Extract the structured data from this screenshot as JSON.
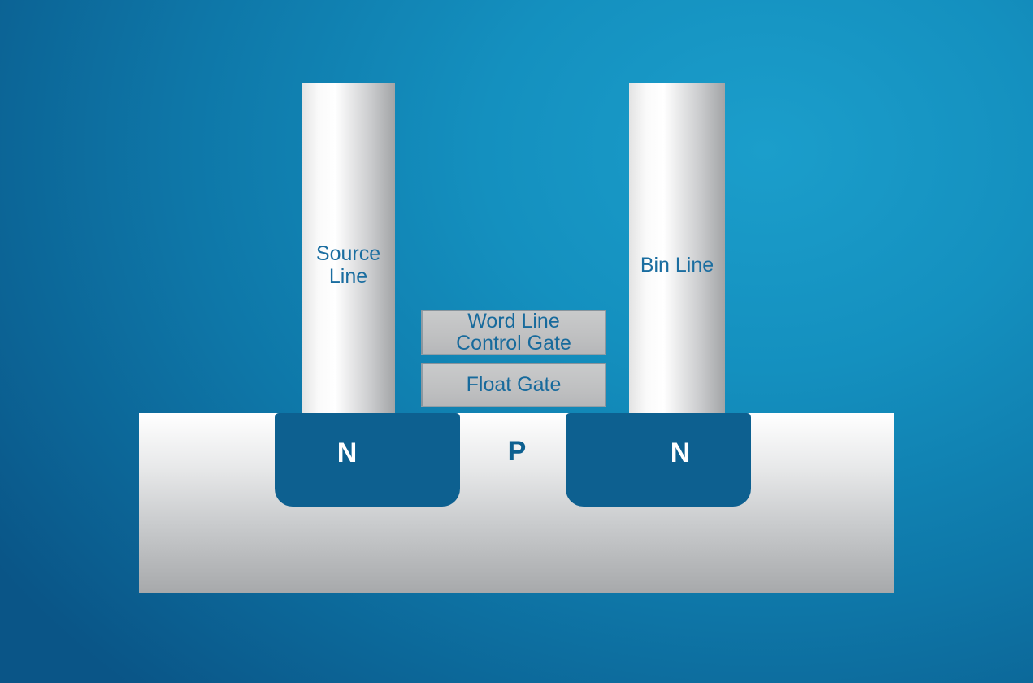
{
  "diagram": {
    "type": "flash-memory-cell-cross-section",
    "source_line": {
      "line1": "Source",
      "line2": "Line"
    },
    "bin_line": {
      "label": "Bin Line"
    },
    "word_line_control_gate": {
      "line1": "Word Line",
      "line2": "Control Gate"
    },
    "float_gate": {
      "label": "Float Gate"
    },
    "substrate": {
      "n_left": "N",
      "p": "P",
      "n_right": "N"
    },
    "colors": {
      "background_center": "#1b9ecb",
      "background_edge": "#0a5587",
      "n_region_fill": "#0d6090",
      "label_blue": "#1a6da0",
      "gate_text_blue": "#176a9c",
      "gate_gray": "#c1c2c3",
      "metal_highlight": "#ffffff",
      "metal_shadow": "#a2a4a6",
      "substrate_bottom_gray": "#a7a9ab",
      "n_label_text": "#ffffff"
    }
  }
}
